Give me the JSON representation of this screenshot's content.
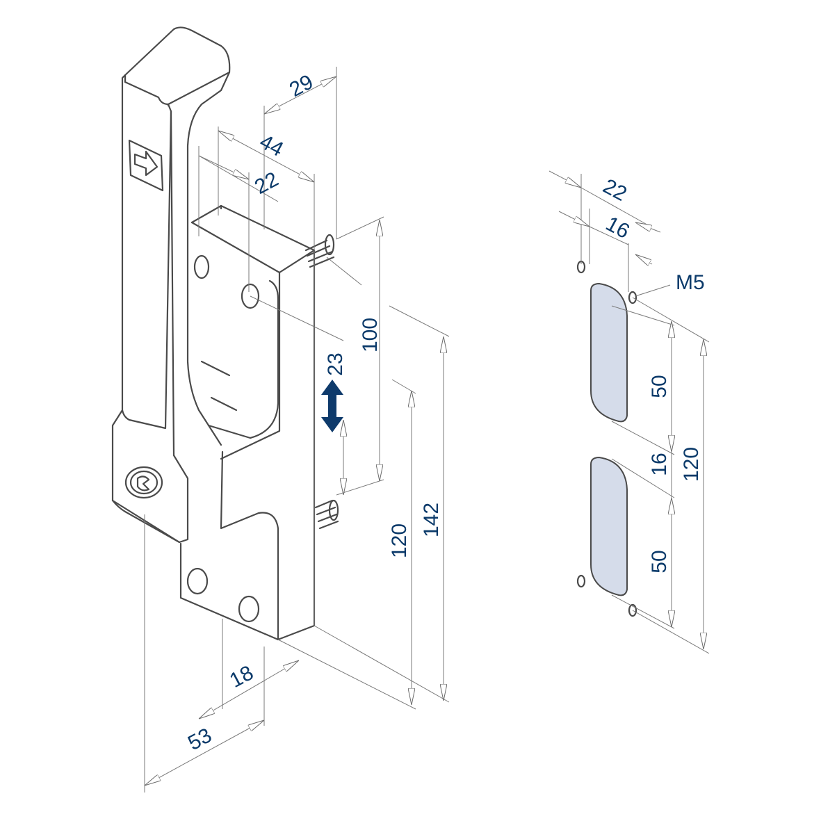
{
  "colors": {
    "dimension_text": "#0b3a6a",
    "motion_arrow": "#0e3a6b",
    "slot_fill": "#d5dcea",
    "outline": "#4a4a4a"
  },
  "icons": [
    "arrow-right-icon",
    "lock-cylinder-icon",
    "double-arrow-vertical-icon"
  ],
  "latch": {
    "dims": {
      "d29": "29",
      "d44": "44",
      "d22": "22",
      "d100": "100",
      "d23": "23",
      "d120": "120",
      "d142": "142",
      "d18": "18",
      "d53": "53"
    }
  },
  "strike": {
    "dims": {
      "d22": "22",
      "d16_top": "16",
      "m5": "M5",
      "d50_top": "50",
      "d16_mid": "16",
      "d120": "120",
      "d50_bottom": "50"
    }
  }
}
